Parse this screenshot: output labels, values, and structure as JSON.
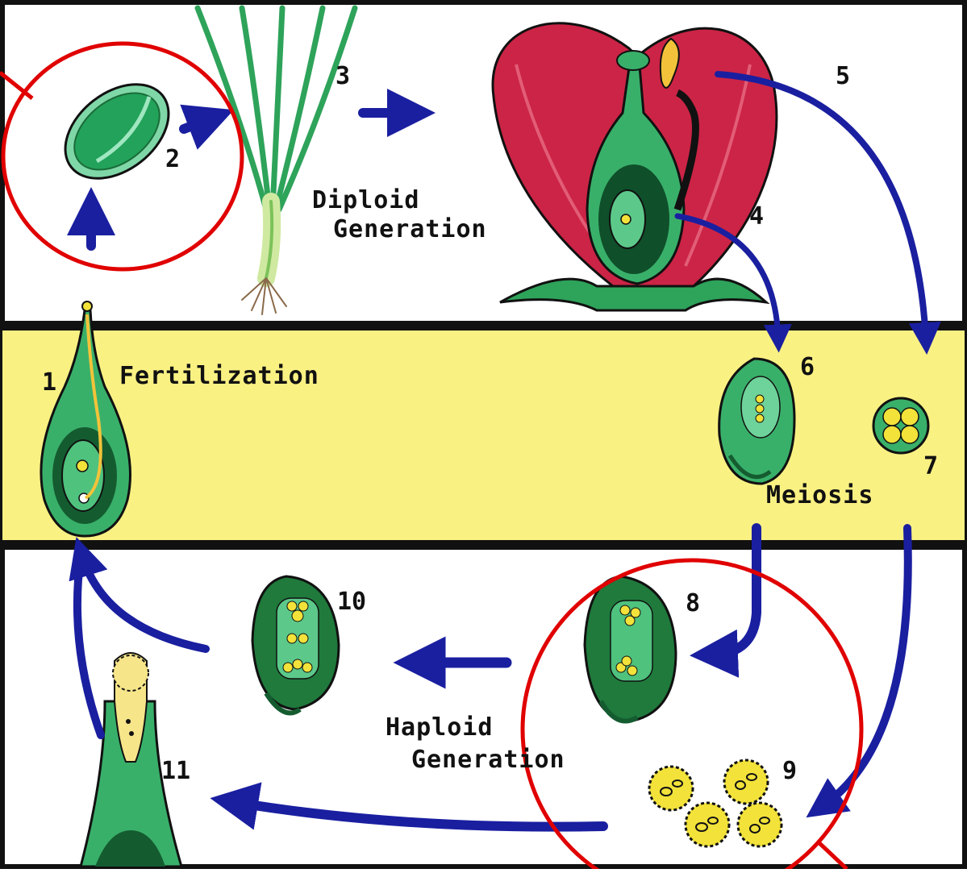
{
  "diagram": {
    "labels": {
      "diploid_line1": "Diploid",
      "diploid_line2": "Generation",
      "fertilization": "Fertilization",
      "meiosis": "Meiosis",
      "haploid_line1": "Haploid",
      "haploid_line2": "Generation"
    },
    "step_numbers": {
      "n1": "1",
      "n2": "2",
      "n3": "3",
      "n4": "4",
      "n5": "5",
      "n6": "6",
      "n7": "7",
      "n8": "8",
      "n9": "9",
      "n10": "10",
      "n11": "11"
    },
    "colors": {
      "arrow": "#1a1fa0",
      "highlight_circle": "#e00000",
      "band": "#f7ec5a",
      "plant_green": "#3cb868",
      "dark_green": "#1f7a3c",
      "petal_red": "#c81e3c",
      "pollen_yellow": "#f2e23a"
    }
  }
}
